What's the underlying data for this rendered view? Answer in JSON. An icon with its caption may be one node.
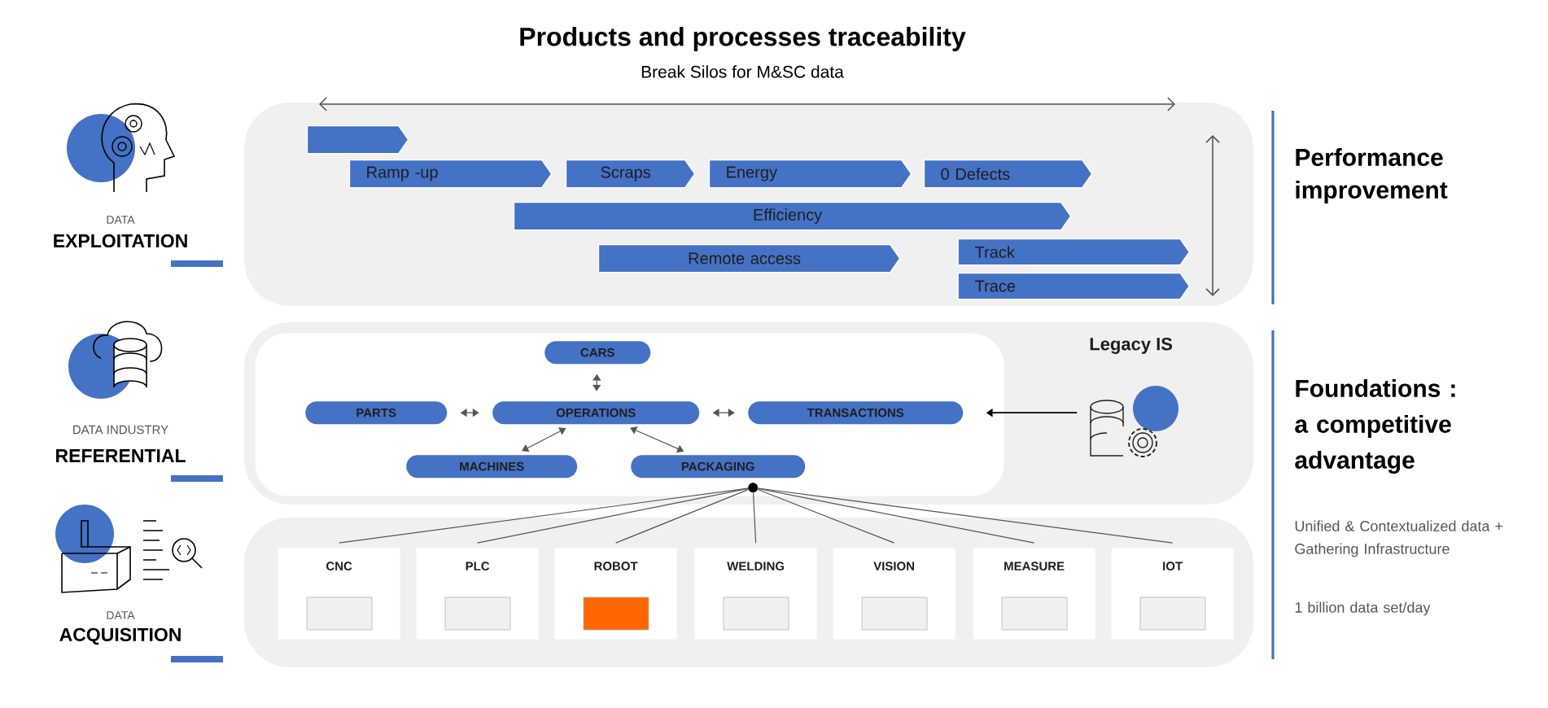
{
  "diagram": {
    "title": "Products and processes traceability",
    "nodes": [
      {
        "text": [],
        "shape": "box"
      },
      {
        "text": [],
        "shape": "arrow",
        "in": 0
      },
      {
        "text": [
          "Ramp -up"
        ],
        "in": 0
      },
      {
        "text": [
          "Scraps"
        ],
        "in": 0
      },
      {
        "text": [
          "Energy"
        ],
        "in": 0
      },
      {
        "text": [
          "0 Defects"
        ],
        "in": 0
      },
      {
        "text": [
          "Efficiency"
        ],
        "in": 0
      },
      {
        "text": [
          "Remote access"
        ],
        "in": 0
      },
      {
        "text": [
          "Track"
        ],
        "in": 0
      },
      {
        "text": [
          "Trace"
        ],
        "in": 0
      },
      {
        "text": [],
        "shape": "box"
      },
      {
        "text": [],
        "shape": "box",
        "in": 10
      },
      {
        "text": [
          "CARS"
        ],
        "in": 11
      },
      {
        "text": [
          "PARTS"
        ],
        "in": 11
      },
      {
        "text": [
          "OPERATIONS"
        ],
        "in": 11
      },
      {
        "text": [
          "TRANSACTIONS"
        ],
        "in": 11
      },
      {
        "text": [
          "MACHINES"
        ],
        "in": 11
      },
      {
        "text": [
          "PACKAGING"
        ],
        "in": 11
      },
      {
        "text": [
          "Legacy IS"
        ],
        "in": 10
      },
      {
        "text": [],
        "shape": "circle",
        "in": 11
      },
      {
        "text": [],
        "shape": "box"
      },
      {
        "text": [
          "CNC"
        ],
        "in": 20
      },
      {
        "text": [
          "PLC"
        ],
        "in": 20
      },
      {
        "text": [
          "ROBOT"
        ],
        "in": 20
      },
      {
        "text": [
          "WELDING"
        ],
        "in": 20
      },
      {
        "text": [
          "VISION"
        ],
        "in": 20
      },
      {
        "text": [
          "MEASURE"
        ],
        "in": 20
      },
      {
        "text": [
          "IOT"
        ],
        "in": 20
      }
    ],
    "edges": [
      {
        "from": 12,
        "to": 14,
        "arrow": "both"
      },
      {
        "from": 13,
        "to": 14,
        "arrow": "both"
      },
      {
        "from": 14,
        "to": 15,
        "arrow": "both"
      },
      {
        "from": 14,
        "to": 16,
        "arrow": "both"
      },
      {
        "from": 14,
        "to": 17,
        "arrow": "both"
      },
      {
        "from": 18,
        "to": 15,
        "arrow": "to"
      },
      {
        "from": 19,
        "to": 21,
        "arrow": "none"
      },
      {
        "from": 19,
        "to": 22,
        "arrow": "none"
      },
      {
        "from": 19,
        "to": 23,
        "arrow": "none"
      },
      {
        "from": 19,
        "to": 24,
        "arrow": "none"
      },
      {
        "from": 19,
        "to": 25,
        "arrow": "none"
      },
      {
        "from": 19,
        "to": 26,
        "arrow": "none"
      },
      {
        "from": 19,
        "to": 27,
        "arrow": "none"
      }
    ],
    "labels": [
      "Break Silos for M&SC data",
      "DATA",
      "EXPLOITATION",
      "Performance improvement",
      "DATA INDUSTRY",
      "REFERENTIAL",
      "Foundations : a competitive advantage",
      "Unified & Contextualized data + Gathering Infrastructure",
      "1 billion data set/day",
      "DATA",
      "ACQUISITION"
    ]
  }
}
